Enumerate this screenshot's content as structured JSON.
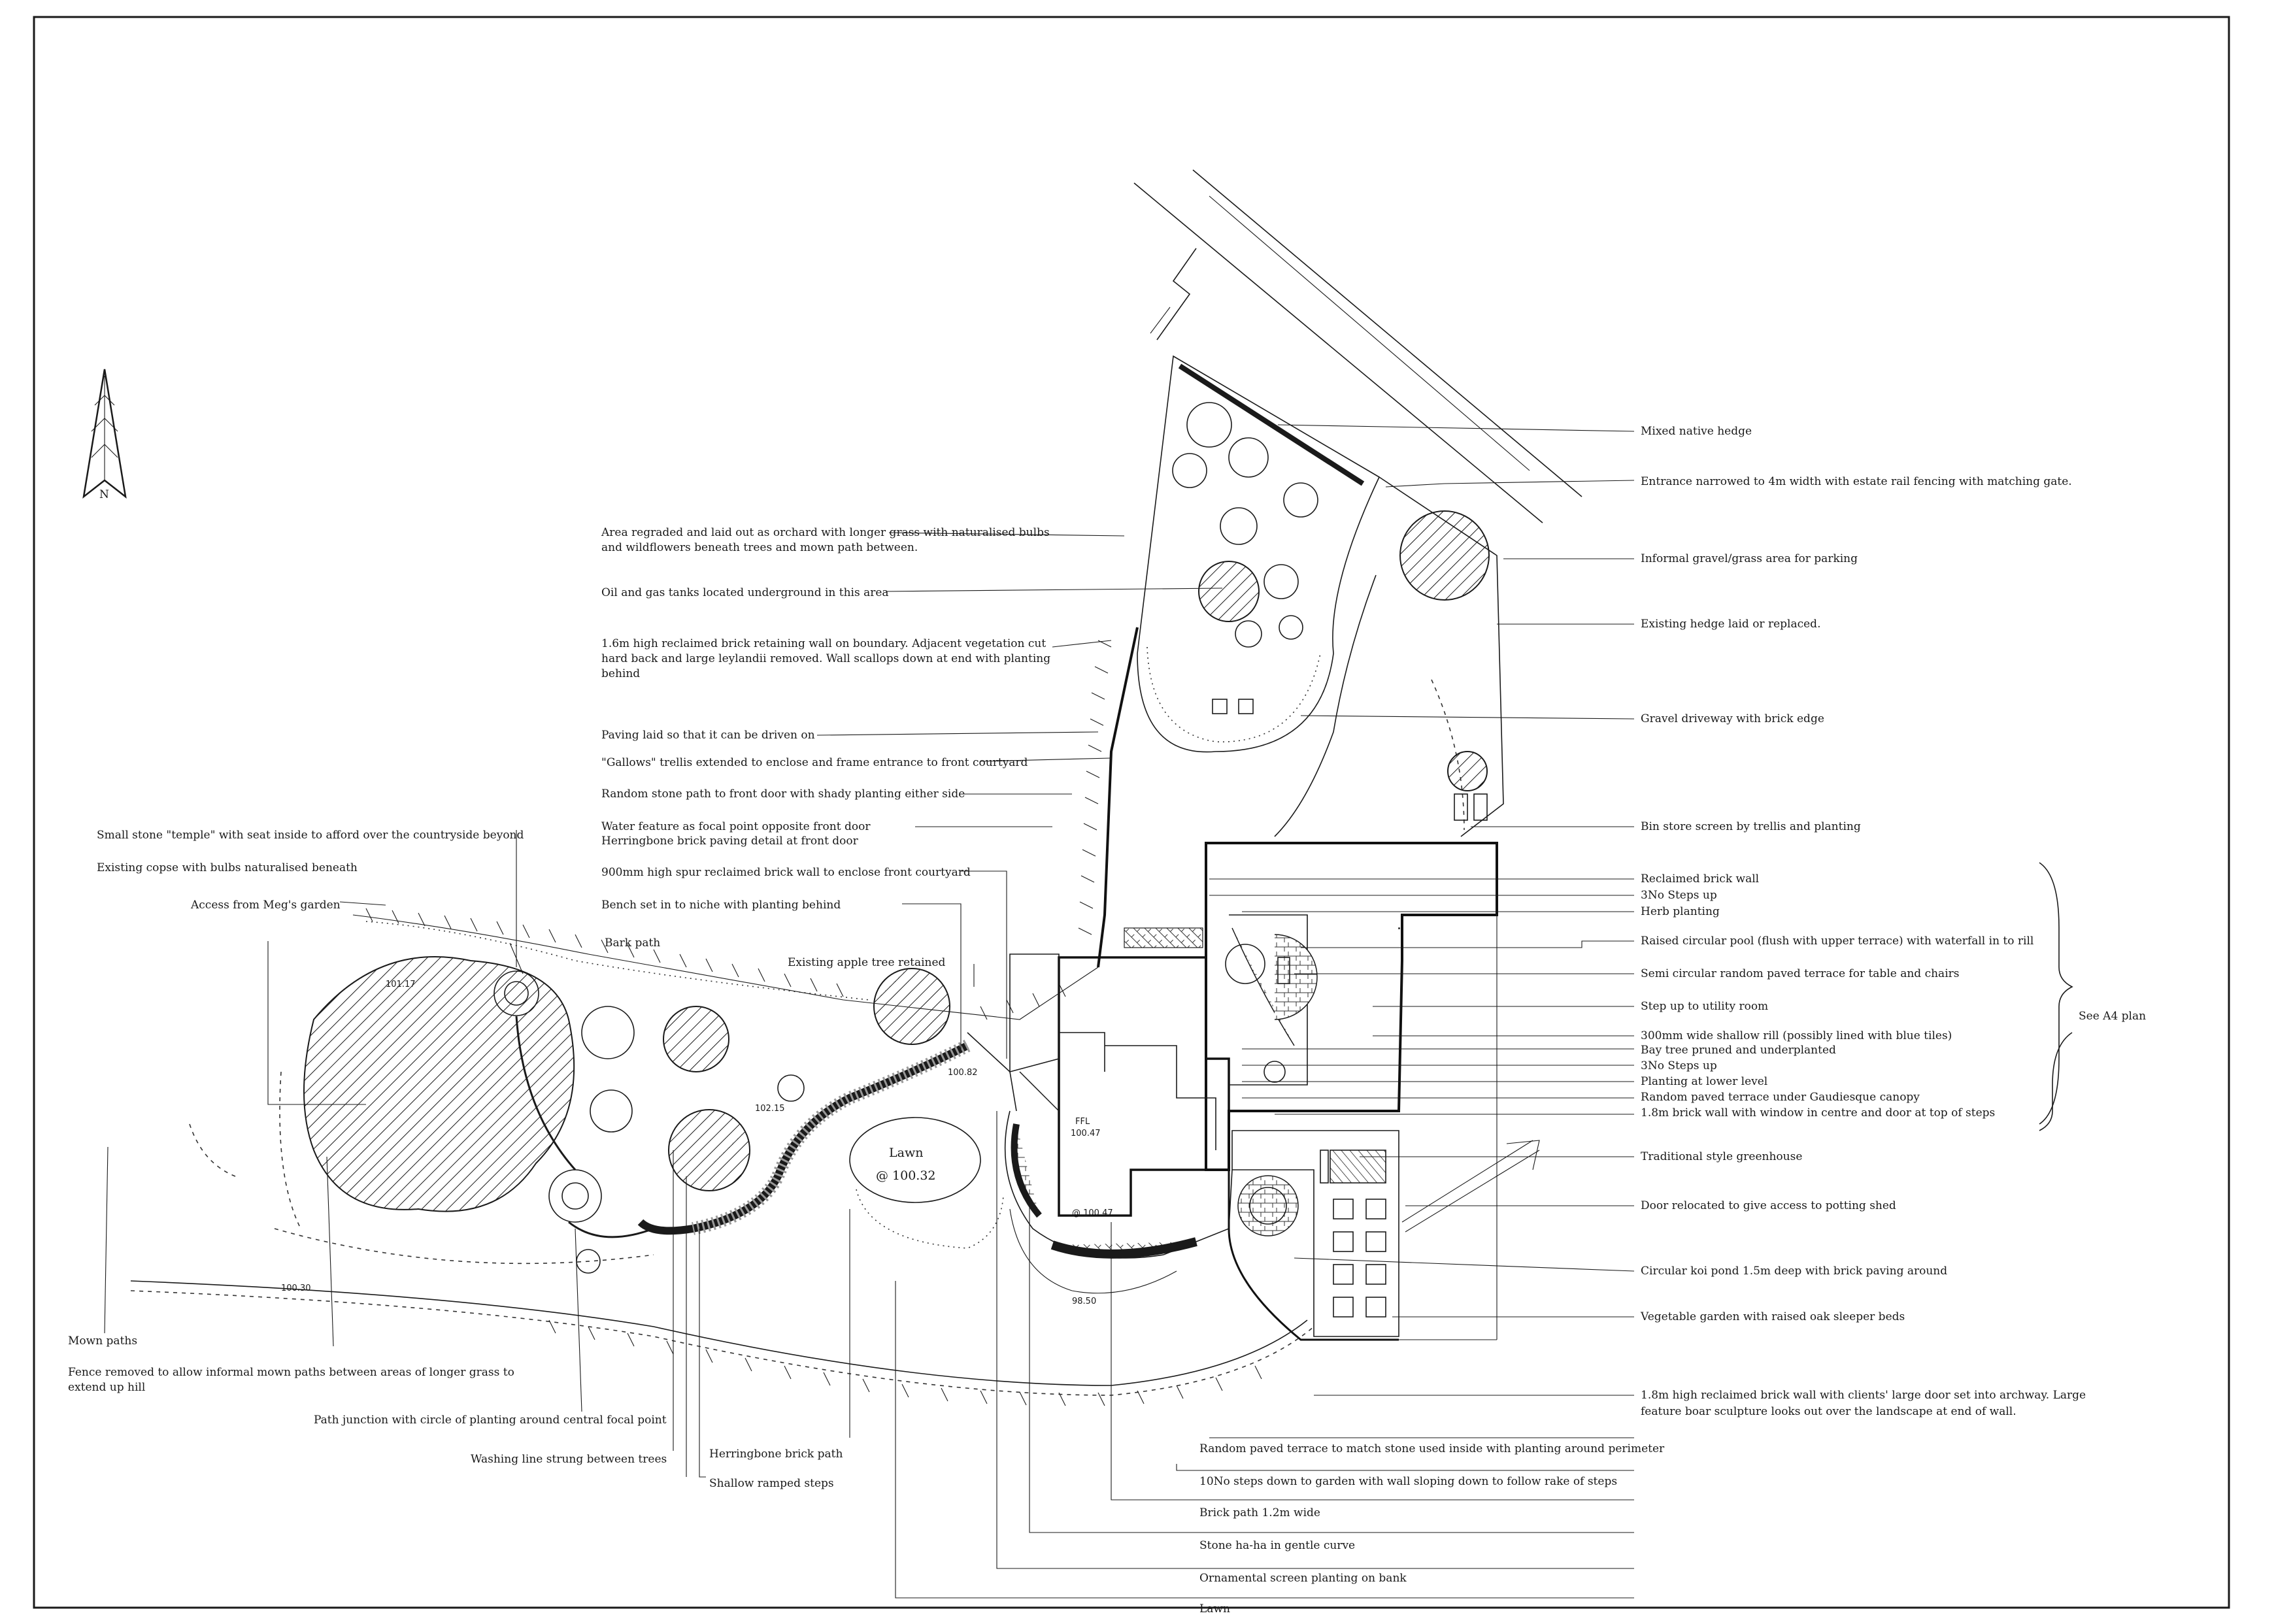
{
  "labels": {
    "mixed_native_hedge": "Mixed native hedge",
    "entrance_narrowed": "Entrance narrowed to 4m width with estate rail fencing with matching gate.",
    "informal_gravel": "Informal gravel/grass area for parking",
    "existing_hedge": "Existing hedge laid or replaced.",
    "gravel_driveway": "Gravel driveway with brick edge",
    "bin_store": "Bin store screen by trellis and planting",
    "reclaimed_brick_wall": "Reclaimed brick wall",
    "steps_up_3": "3No Steps up",
    "herb_planting": "Herb planting",
    "raised_pool": "Raised circular pool (flush with upper terrace) with waterfall in to rill",
    "semi_circular_terrace": "Semi circular random paved terrace for table and chairs",
    "step_utility": "Step up to utility room",
    "rill": "300mm wide shallow rill (possibly lined with blue tiles)",
    "bay_tree": "Bay tree pruned and underplanted",
    "steps_up_3b": "3No Steps up",
    "planting_lower": "Planting at lower level",
    "random_paved_canopy": "Random paved terrace under Gaudiesque canopy",
    "brick_wall_window": "1.8m brick wall with window in centre and door at top of steps",
    "see_a4_plan": "See A4 plan",
    "greenhouse": "Traditional style greenhouse",
    "door_relocated": "Door relocated to give access to potting shed",
    "koi_pond": "Circular koi pond 1.5m deep with brick paving around",
    "vegetable_garden": "Vegetable garden with raised oak sleeper beds",
    "reclaimed_wall_door_1": "1.8m high reclaimed brick wall with clients' large door set into archway. Large",
    "reclaimed_wall_door_2": "feature boar sculpture looks out over the landscape at end of wall.",
    "random_paved_stone": "Random paved terrace to match stone used inside with planting around perimeter",
    "steps_down_10": "10No steps down to garden with wall sloping down to follow rake of steps",
    "brick_path": "Brick path 1.2m wide",
    "stone_haha": "Stone ha-ha in gentle curve",
    "ornamental_screen": "Ornamental screen planting on bank",
    "lawn_bottom": "Lawn",
    "orchard_1": "Area regraded and laid out as orchard with longer grass with naturalised bulbs",
    "orchard_2": "and wildflowers beneath trees and mown path between.",
    "oil_gas": "Oil and gas tanks located underground in this area",
    "retaining_1": "1.6m high reclaimed brick retaining wall on boundary. Adjacent vegetation cut",
    "retaining_2": "hard back and large leylandii removed. Wall scallops down at end with planting",
    "retaining_3": "behind",
    "paving_driven": "Paving laid so that it can be driven on",
    "gallows_trellis": "\"Gallows\" trellis extended to enclose and frame entrance to front courtyard",
    "random_stone_path": "Random stone path to front door with shady planting either side",
    "water_feature": "Water feature as focal point opposite front door",
    "herringbone_front": "Herringbone brick paving detail at front door",
    "spur_wall": "900mm high spur reclaimed brick wall to enclose front courtyard",
    "bench_niche": "Bench set in to niche with planting behind",
    "apple_tree": "Existing apple tree retained",
    "stone_temple": "Small stone \"temple\" with seat inside to afford over the countryside beyond",
    "existing_copse": "Existing copse with bulbs naturalised beneath",
    "access_megs": "Access from Meg's garden",
    "bark_path": "Bark path",
    "mown_paths": "Mown paths",
    "fence_removed_1": "Fence removed to allow informal mown paths between areas of longer grass to",
    "fence_removed_2": "extend up hill",
    "path_junction": "Path junction with circle of planting around central focal point",
    "washing_line": "Washing line strung between trees",
    "herringbone_path": "Herringbone brick path",
    "shallow_ramped": "Shallow ramped steps",
    "lawn_centre": "Lawn",
    "lawn_level": "@ 100.32",
    "ffl": "FFL",
    "ffl_level": "100.47",
    "level_courtyard": "@ 100.47",
    "level_100_82": "100.82",
    "level_102_15": "102.15",
    "level_98_50": "98.50",
    "level_100_30": "100.30",
    "level_101_17": "101.17",
    "north": "N"
  },
  "colors": {
    "ink": "#1a1a1a",
    "paper": "#ffffff"
  }
}
